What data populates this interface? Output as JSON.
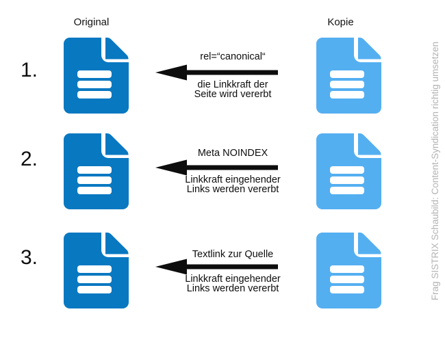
{
  "headers": {
    "original": "Original",
    "kopie": "Kopie"
  },
  "watermark": "Frag SISTRIX Schaubild: Content-Syndication richtig umsetzen",
  "colors": {
    "original_doc": "#0878c1",
    "copy_doc": "#54aff1",
    "arrow": "#0d0d0d",
    "text": "#0d0d0d",
    "watermark": "#b3b3b3",
    "background": "#ffffff"
  },
  "rows": [
    {
      "number": "1.",
      "arrow_label": "rel=“canonical“",
      "sub_line1": "die Linkkraft der",
      "sub_line2": "Seite wird vererbt"
    },
    {
      "number": "2.",
      "arrow_label": "Meta NOINDEX",
      "sub_line1": "Linkkraft eingehender",
      "sub_line2": "Links werden vererbt"
    },
    {
      "number": "3.",
      "arrow_label": "Textlink zur Quelle",
      "sub_line1": "Linkkraft eingehender",
      "sub_line2": "Links werden vererbt"
    }
  ]
}
